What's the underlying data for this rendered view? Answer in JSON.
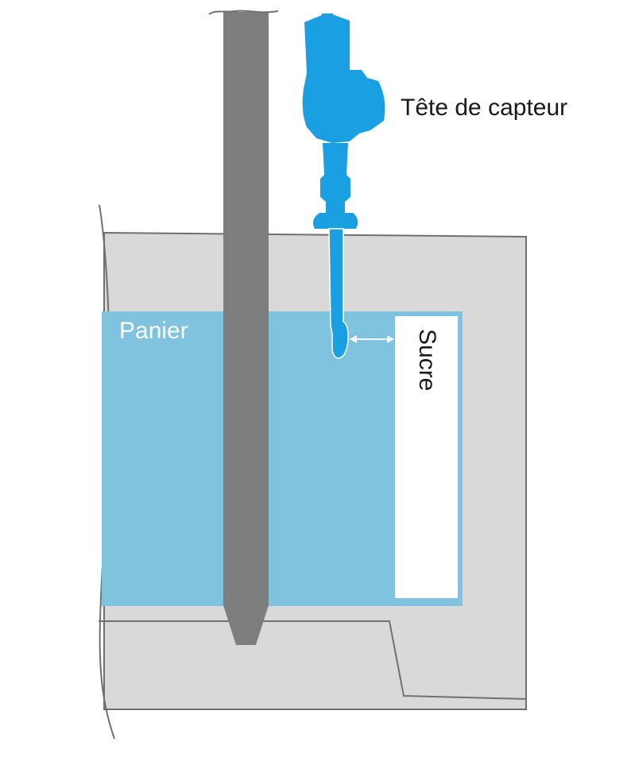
{
  "labels": {
    "sensor_head": "Tête de capteur",
    "basket": "Panier",
    "sugar": "Sucre"
  },
  "colors": {
    "sensor_blue": "#1aa0e2",
    "basket_blue": "#80c3df",
    "vessel_gray": "#d9d9d9",
    "shaft_gray": "#7d7e7e",
    "outline": "#6f7070",
    "sugar_fill": "#ffffff"
  }
}
